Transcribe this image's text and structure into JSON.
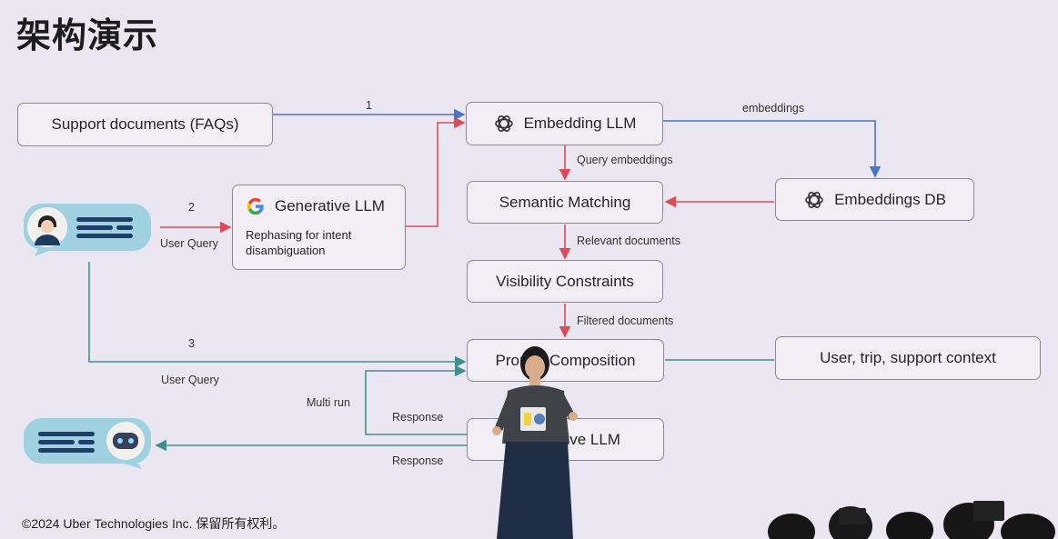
{
  "title": "架构演示",
  "footer": "©2024 Uber Technologies Inc. 保留所有权利。",
  "boxes": {
    "support_docs": "Support documents (FAQs)",
    "embedding_llm": "Embedding LLM",
    "semantic_matching": "Semantic Matching",
    "embeddings_db": "Embeddings DB",
    "visibility_constraints": "Visibility Constraints",
    "prompt_composition": "Prompt Composition",
    "user_context": "User, trip, support context",
    "generative_llm_bottom": "Generative LLM",
    "generative_llm": {
      "title": "Generative LLM",
      "subtitle": "Rephasing for intent disambiguation"
    }
  },
  "labels": {
    "step1": "1",
    "step2": "2",
    "step3": "3",
    "embeddings": "embeddings",
    "query_embeddings": "Query embeddings",
    "relevant_documents": "Relevant documents",
    "filtered_documents": "Filtered documents",
    "user_query_top": "User Query",
    "user_query_bottom": "User Query",
    "multi_run": "Multi run",
    "response_top": "Response",
    "response_bottom": "Response"
  },
  "colors": {
    "blue_line": "#4a74c9",
    "red_line": "#de4a55",
    "teal_line": "#3f8f8f",
    "bubble": "#9fd1e0",
    "background": "#ebe7f2"
  },
  "icons": {
    "openai": "openai-logo-icon",
    "google": "google-g-icon",
    "user_avatar": "user-avatar-icon",
    "bot_avatar": "bot-avatar-icon"
  }
}
